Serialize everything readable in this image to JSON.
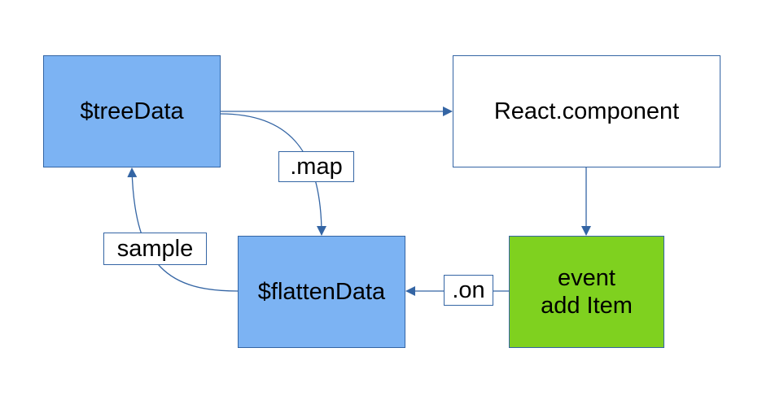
{
  "colors": {
    "data_node": "#7cb3f3",
    "component_node": "#ffffff",
    "event_node": "#7fd11f",
    "stroke": "#3465a4"
  },
  "nodes": {
    "tree_data": "$treeData",
    "react_component": "React.component",
    "flatten_data": "$flattenData",
    "event_add_item": "event\nadd Item"
  },
  "edge_labels": {
    "map": ".map",
    "sample": "sample",
    "on": ".on"
  }
}
